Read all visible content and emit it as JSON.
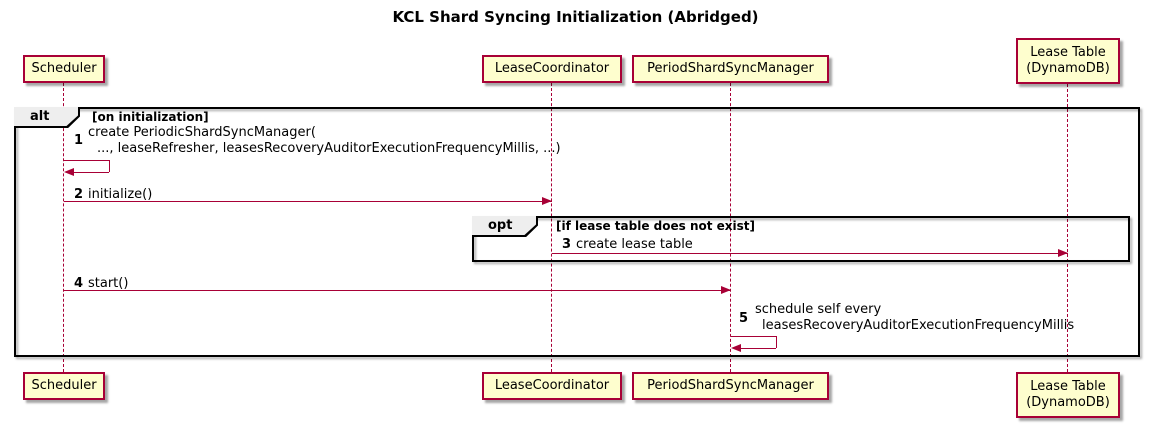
{
  "title": "KCL Shard Syncing Initialization (Abridged)",
  "participants": [
    {
      "label": "Scheduler"
    },
    {
      "label": "LeaseCoordinator"
    },
    {
      "label": "PeriodShardSyncManager"
    },
    {
      "label": "Lease Table",
      "label2": "(DynamoDB)"
    }
  ],
  "frames": {
    "alt": {
      "keyword": "alt",
      "condition": "[on initialization]"
    },
    "opt": {
      "keyword": "opt",
      "condition": "[if lease table does not exist]"
    }
  },
  "messages": [
    {
      "num": "1",
      "text_line1": "create PeriodicShardSyncManager(",
      "text_line2": "..., leaseRefresher, leasesRecoveryAuditorExecutionFrequencyMillis, ...)"
    },
    {
      "num": "2",
      "text": "initialize()"
    },
    {
      "num": "3",
      "text": "create lease table"
    },
    {
      "num": "4",
      "text": "start()"
    },
    {
      "num": "5",
      "text_line1": "schedule self every",
      "text_line2": "leasesRecoveryAuditorExecutionFrequencyMillis"
    }
  ],
  "colors": {
    "participant_fill": "#FEFECE",
    "participant_border": "#A80036",
    "lifeline": "#A80036",
    "arrow": "#A80036",
    "frame_border": "#000000",
    "frame_tab_fill": "#EEEEEE",
    "background": "#FFFFFF"
  }
}
